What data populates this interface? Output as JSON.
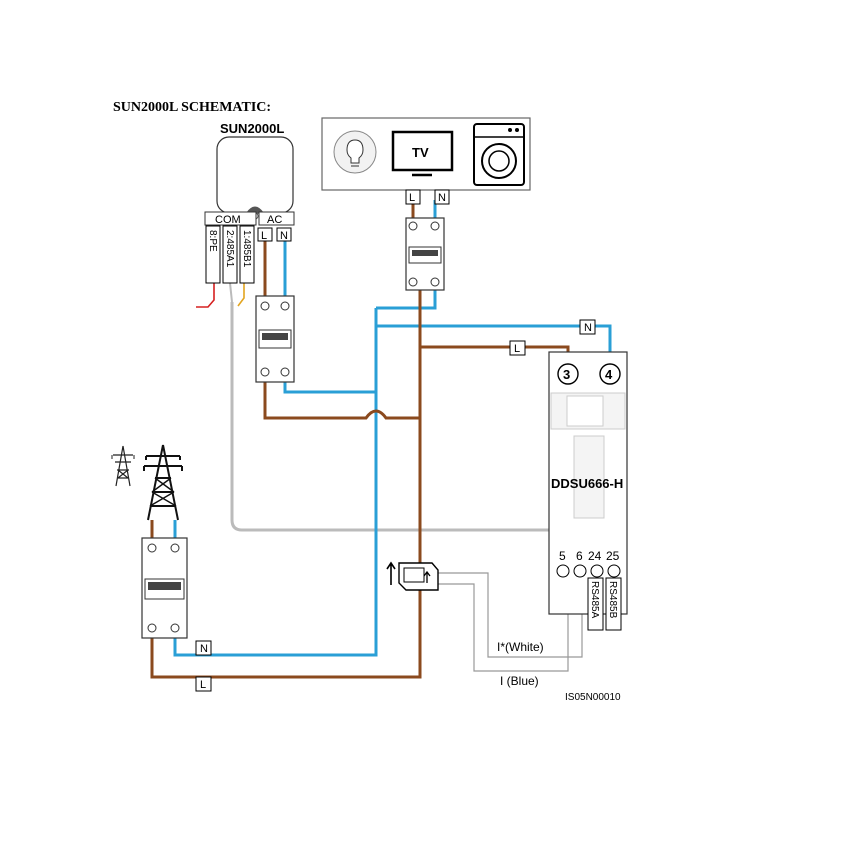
{
  "title": "SUN2000L SCHEMATIC:",
  "inverter": {
    "name": "SUN2000L",
    "com_label": "COM",
    "ac_label": "AC",
    "ac_terminals": [
      "L",
      "N"
    ],
    "com_pins": [
      "8:PE",
      "2:485A1",
      "1:485B1"
    ]
  },
  "loads": {
    "tv_label": "TV",
    "terminals": [
      "L",
      "N"
    ]
  },
  "meter": {
    "name": "DDSU666-H",
    "top_terminals": [
      "3",
      "4"
    ],
    "bottom_terminals": [
      "5",
      "6",
      "24",
      "25"
    ],
    "rs485": [
      "RS485A",
      "RS485B"
    ]
  },
  "wire_tags": {
    "neutral": "N",
    "line": "L"
  },
  "ct": {
    "white_label": "I*(White)",
    "blue_label": "I  (Blue)"
  },
  "code": "IS05N00010",
  "colors": {
    "neutral": "#2a9fd6",
    "line": "#8b4a1e",
    "pe": "#bbbbbb",
    "rs485b": "#e3a520",
    "pe_red": "#d62020"
  }
}
